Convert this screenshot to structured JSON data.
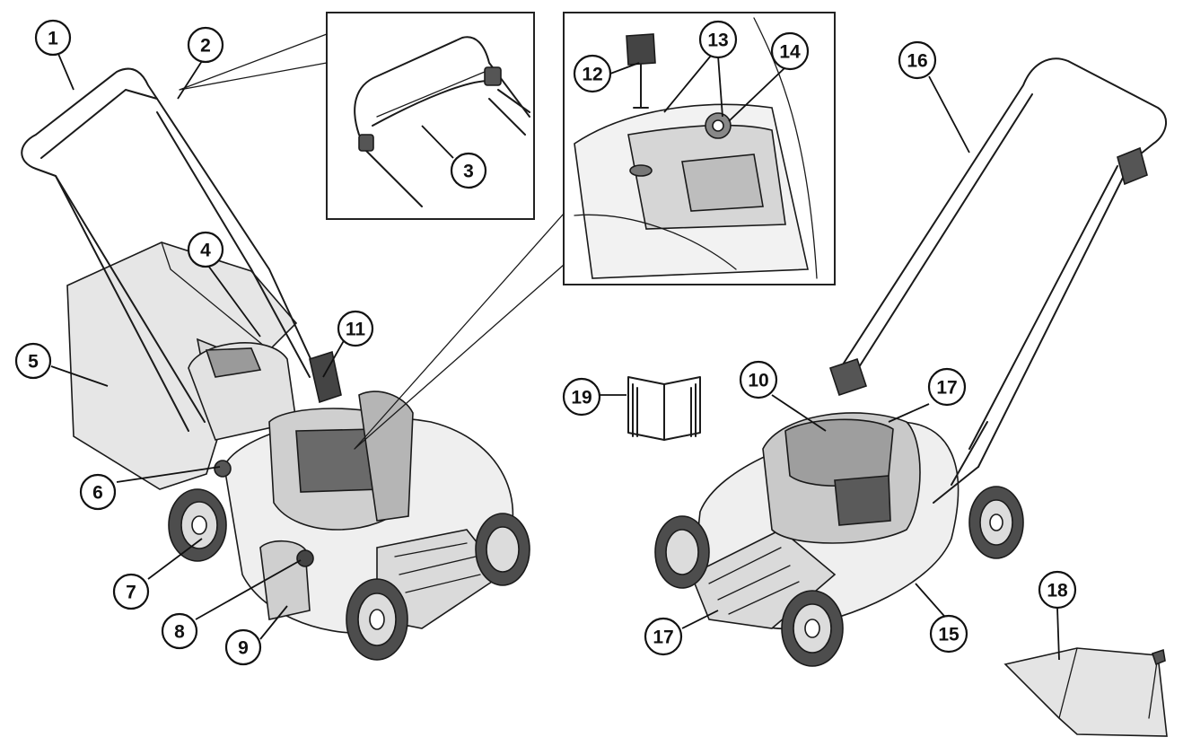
{
  "callouts": {
    "c1": "1",
    "c2": "2",
    "c3": "3",
    "c4": "4",
    "c5": "5",
    "c6": "6",
    "c7": "7",
    "c8": "8",
    "c9": "9",
    "c10": "10",
    "c11": "11",
    "c12": "12",
    "c13": "13",
    "c14": "14",
    "c15": "15",
    "c16": "16",
    "c17a": "17",
    "c17b": "17",
    "c18": "18",
    "c19": "19"
  },
  "colors": {
    "line": "#1a1a1a",
    "light_fill": "#e8e8e8",
    "mid_fill": "#cfcfcf",
    "dark_fill": "#5a5a5a"
  },
  "icons": {
    "manual": "open-book-icon"
  }
}
